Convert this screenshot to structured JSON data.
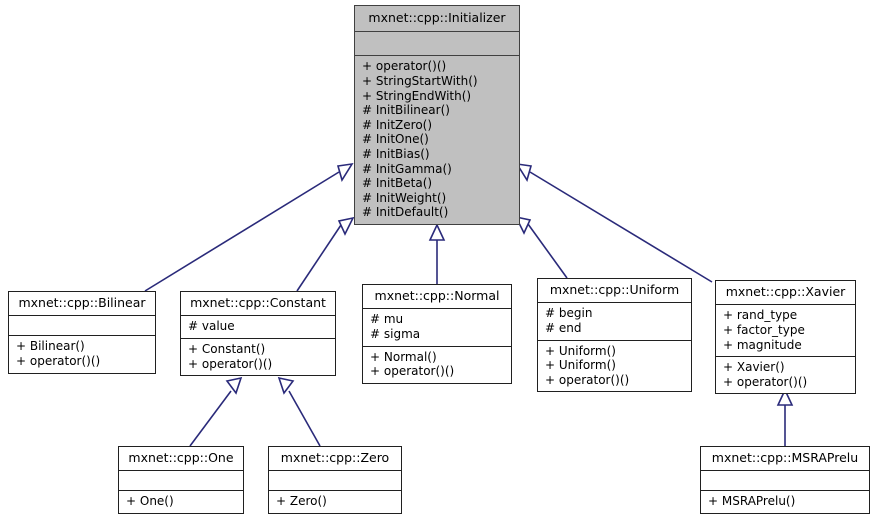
{
  "diagram": {
    "type": "uml-class-inheritance",
    "title": "mxnet::cpp::Initializer inheritance diagram",
    "line_color": "#2a2a7a",
    "root_fill": "#c0c0c0",
    "node_fill": "#ffffff",
    "border_color": "#202020"
  },
  "nodes": [
    {
      "id": "initializer",
      "name": "mxnet::cpp::Initializer",
      "attributes": [],
      "methods": [
        "+ operator()()",
        "+ StringStartWith()",
        "+ StringEndWith()",
        "# InitBilinear()",
        "# InitZero()",
        "# InitOne()",
        "# InitBias()",
        "# InitGamma()",
        "# InitBeta()",
        "# InitWeight()",
        "# InitDefault()"
      ]
    },
    {
      "id": "bilinear",
      "name": "mxnet::cpp::Bilinear",
      "attributes": [],
      "methods": [
        "+ Bilinear()",
        "+ operator()()"
      ]
    },
    {
      "id": "constant",
      "name": "mxnet::cpp::Constant",
      "attributes": [
        "# value"
      ],
      "methods": [
        "+ Constant()",
        "+ operator()()"
      ]
    },
    {
      "id": "normal",
      "name": "mxnet::cpp::Normal",
      "attributes": [
        "# mu",
        "# sigma"
      ],
      "methods": [
        "+ Normal()",
        "+ operator()()"
      ]
    },
    {
      "id": "uniform",
      "name": "mxnet::cpp::Uniform",
      "attributes": [
        "# begin",
        "# end"
      ],
      "methods": [
        "+ Uniform()",
        "+ Uniform()",
        "+ operator()()"
      ]
    },
    {
      "id": "xavier",
      "name": "mxnet::cpp::Xavier",
      "attributes": [
        "+ rand_type",
        "+ factor_type",
        "+ magnitude"
      ],
      "methods": [
        "+ Xavier()",
        "+ operator()()"
      ]
    },
    {
      "id": "one",
      "name": "mxnet::cpp::One",
      "attributes": [],
      "methods": [
        "+ One()"
      ]
    },
    {
      "id": "zero",
      "name": "mxnet::cpp::Zero",
      "attributes": [],
      "methods": [
        "+ Zero()"
      ]
    },
    {
      "id": "msraprelu",
      "name": "mxnet::cpp::MSRAPrelu",
      "attributes": [],
      "methods": [
        "+ MSRAPrelu()"
      ]
    }
  ],
  "edges": [
    {
      "from": "bilinear",
      "to": "initializer",
      "relation": "inheritance"
    },
    {
      "from": "constant",
      "to": "initializer",
      "relation": "inheritance"
    },
    {
      "from": "normal",
      "to": "initializer",
      "relation": "inheritance"
    },
    {
      "from": "uniform",
      "to": "initializer",
      "relation": "inheritance"
    },
    {
      "from": "xavier",
      "to": "initializer",
      "relation": "inheritance"
    },
    {
      "from": "one",
      "to": "constant",
      "relation": "inheritance"
    },
    {
      "from": "zero",
      "to": "constant",
      "relation": "inheritance"
    },
    {
      "from": "msraprelu",
      "to": "xavier",
      "relation": "inheritance"
    }
  ]
}
